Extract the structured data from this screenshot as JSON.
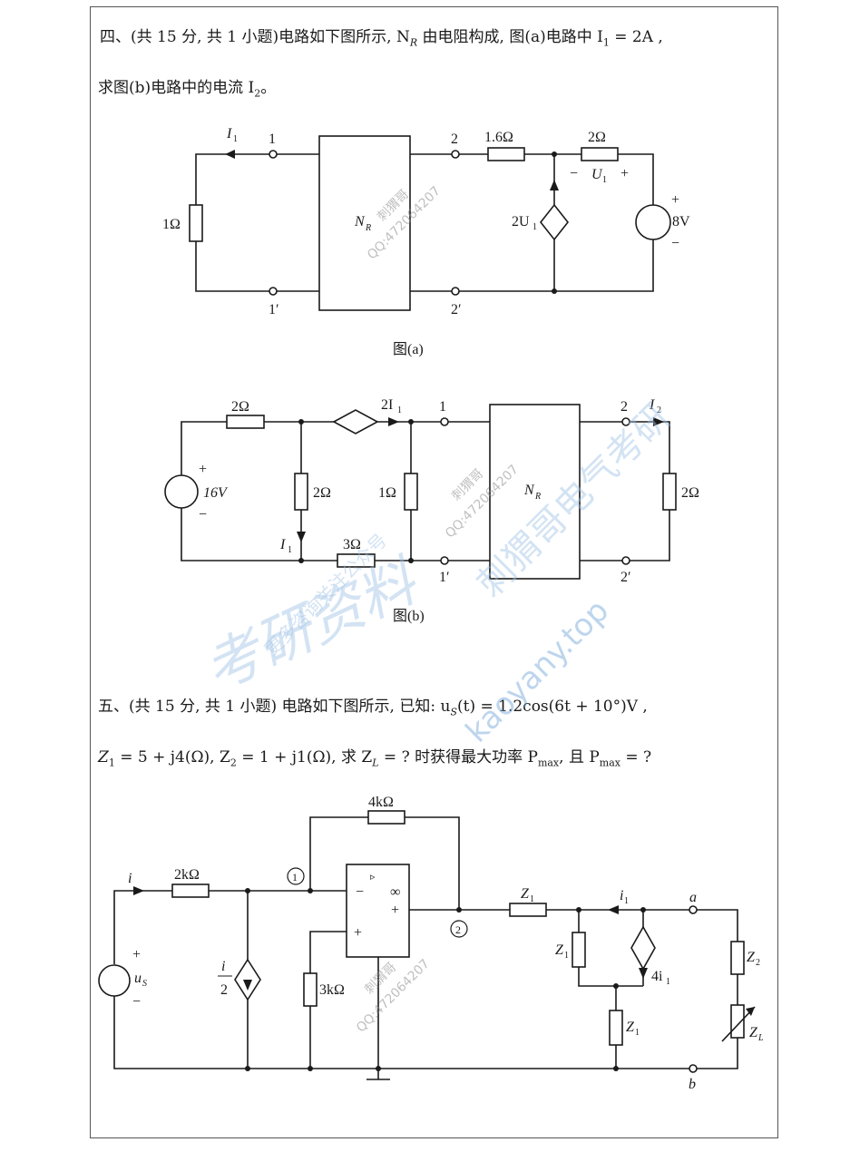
{
  "problem4": {
    "line1": "四、(共 15 分, 共 1 小题)电路如下图所示, N",
    "line1_sub": "R",
    "line1_b": " 由电阻构成, 图(a)电路中 I",
    "line1_sub2": "1",
    "line1_c": " = 2A ,",
    "line2": "求图(b)电路中的电流 I",
    "line2_sub": "2",
    "line2_end": "。"
  },
  "fig_a": {
    "caption": "图(a)",
    "labels": {
      "I1": "I",
      "I1_sub": "1",
      "node1": "1",
      "node1p": "1′",
      "node2": "2",
      "node2p": "2′",
      "r_1ohm": "1Ω",
      "r_1_6": "1.6Ω",
      "r_2": "2Ω",
      "NR": "N",
      "NR_sub": "R",
      "U1_minus": "−",
      "U1": "U",
      "U1_sub": "1",
      "U1_plus": "+",
      "dep_src": "2U",
      "dep_src_sub": "1",
      "vs_plus": "+",
      "vs": "8V",
      "vs_minus": "−"
    }
  },
  "fig_b": {
    "caption": "图(b)",
    "labels": {
      "r_2a": "2Ω",
      "dep_src": "2I",
      "dep_src_sub": "1",
      "node1": "1",
      "node2": "2",
      "I2": "I",
      "I2_sub": "2",
      "vs_plus": "+",
      "vs": "16V",
      "vs_minus": "−",
      "r_2b": "2Ω",
      "r_1": "1Ω",
      "NR": "N",
      "NR_sub": "R",
      "r_2c": "2Ω",
      "I1": "I",
      "I1_sub": "1",
      "r_3": "3Ω",
      "node1p": "1′",
      "node2p": "2′"
    }
  },
  "problem5": {
    "line1": "五、(共 15 分, 共 1 小题) 电路如下图所示, 已知: u",
    "line1_sub": "S",
    "line1_b": "(t) = 1.2cos(6t + 10°)V ,",
    "line2_a": "Z",
    "line2_sub1": "1",
    "line2_b": " = 5 + j4(Ω),  Z",
    "line2_sub2": "2",
    "line2_c": " = 1 + j1(Ω), 求 Z",
    "line2_sub3": "L",
    "line2_d": " = ? 时获得最大功率 P",
    "line2_sub4": "max",
    "line2_e": ", 且 P",
    "line2_sub5": "max",
    "line2_f": " = ?"
  },
  "fig_c": {
    "labels": {
      "r_4k": "4kΩ",
      "i": "i",
      "r_2k": "2kΩ",
      "node1": "1",
      "opamp_minus": "−",
      "opamp_inf": "∞",
      "opamp_plus_out": "+",
      "opamp_tri": "▹",
      "opamp_plus_in": "+",
      "node2": "2",
      "Z1_series": "Z",
      "Z1_sub": "1",
      "i1": "i",
      "i1_sub": "1",
      "a": "a",
      "vs_plus": "+",
      "us": "u",
      "us_sub": "S",
      "vs_minus": "−",
      "dep_i_num": "i",
      "dep_i_den": "2",
      "r_3k": "3kΩ",
      "Z1_left": "Z",
      "dep_4i": "4i",
      "Z2": "Z",
      "Z2_sub": "2",
      "Z1_bottom": "Z",
      "ZL": "Z",
      "ZL_sub": "L",
      "b": "b"
    }
  },
  "watermarks": {
    "qq": "QQ:472064207",
    "name": "刺猬哥",
    "kaoyan_cn": "考研资料",
    "kaoyan_cn2": "更多咨询关注公众号",
    "kaoyan_cn3": "刺猬哥电气考研",
    "url": "kaoyany.top"
  }
}
